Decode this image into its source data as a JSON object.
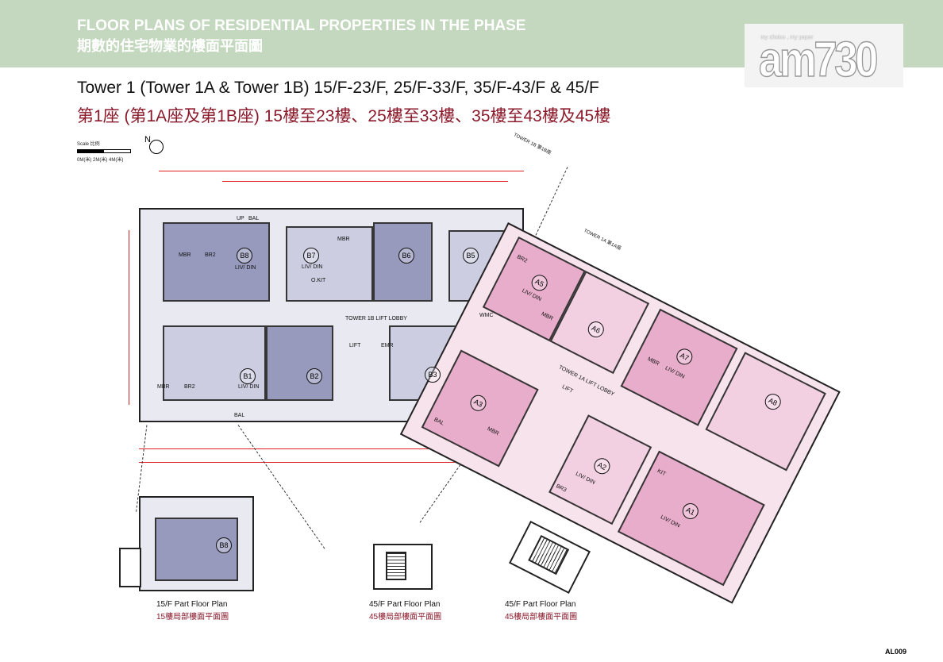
{
  "header": {
    "title_en": "FLOOR PLANS OF RESIDENTIAL PROPERTIES IN THE PHASE",
    "title_zh": "期數的住宅物業的樓面平面圖"
  },
  "logo": {
    "tagline": "my choice , my paper",
    "text": "am730"
  },
  "heading": {
    "en": "Tower 1 (Tower 1A & Tower 1B) 15/F-23/F, 25/F-33/F, 35/F-43/F & 45/F",
    "zh": "第1座 (第1A座及第1B座) 15樓至23樓、25樓至33樓、35樓至43樓及45樓"
  },
  "scale": {
    "label": "Scale 比例",
    "ticks": "0M(米)  2M(米)  4M(米)",
    "north": "N"
  },
  "tower1b": {
    "lobby": "TOWER 1B LIFT LOBBY",
    "tower_label": "TOWER 1B 第1B座",
    "units": [
      "B8",
      "B7",
      "B6",
      "B5",
      "B1",
      "B2",
      "B3"
    ],
    "rooms": [
      "MBR",
      "BR2",
      "LIV/ DIN",
      "BAL",
      "UP",
      "O.KIT",
      "LIFT",
      "EMR",
      "WMC"
    ]
  },
  "tower1a": {
    "lobby": "TOWER 1A LIFT LOBBY",
    "tower_label": "TOWER 1A 第1A座",
    "units": [
      "A5",
      "A6",
      "A7",
      "A8",
      "A3",
      "A2",
      "A1"
    ],
    "rooms": [
      "MBR",
      "BR2",
      "BR3",
      "LIV/ DIN",
      "KIT",
      "BAL",
      "LIFT"
    ]
  },
  "captions": [
    {
      "en": "15/F Part Floor Plan",
      "zh": "15樓局部樓面平面圖"
    },
    {
      "en": "45/F Part Floor Plan",
      "zh": "45樓局部樓面平面圖"
    },
    {
      "en": "45/F Part Floor Plan",
      "zh": "45樓局部樓面平面圖"
    }
  ],
  "part_plan_unit": "B8",
  "page_code": "AL009",
  "colors": {
    "banner": "#c3d8be",
    "heading_zh": "#8b1a2b",
    "tower1b_units": "#8f92b8",
    "tower1a_units": "#e6a8c8",
    "dimensions": "#e02020"
  }
}
